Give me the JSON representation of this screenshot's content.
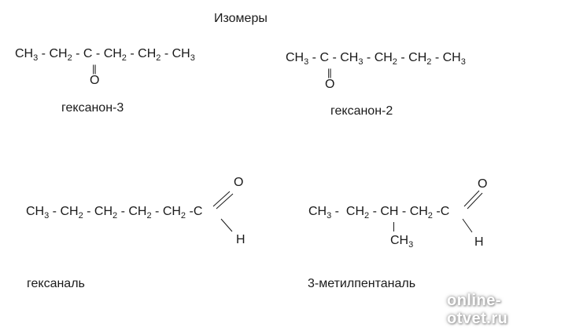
{
  "title": "Изомеры",
  "molecules": [
    {
      "name": "гексанон-3",
      "chain": [
        {
          "sym": "CH",
          "sub": "3"
        },
        {
          "sym": " - CH",
          "sub": "2"
        },
        {
          "sym": " - C",
          "sub": ""
        },
        {
          "sym": " - CH",
          "sub": "2"
        },
        {
          "sym": " - CH",
          "sub": "2"
        },
        {
          "sym": " - CH",
          "sub": "3"
        }
      ],
      "branch_atom": "O",
      "branch_bond": "double"
    },
    {
      "name": "гексанон-2",
      "chain": [
        {
          "sym": "CH",
          "sub": "3"
        },
        {
          "sym": " - C",
          "sub": ""
        },
        {
          "sym": " - CH",
          "sub": "3"
        },
        {
          "sym": " - CH",
          "sub": "2"
        },
        {
          "sym": " - CH",
          "sub": "2"
        },
        {
          "sym": " - CH",
          "sub": "3"
        }
      ],
      "branch_atom": "O",
      "branch_bond": "double"
    },
    {
      "name": "гексаналь",
      "chain": [
        {
          "sym": "CH",
          "sub": "3"
        },
        {
          "sym": " - CH",
          "sub": "2"
        },
        {
          "sym": " - CH",
          "sub": "2"
        },
        {
          "sym": " - CH",
          "sub": "2"
        },
        {
          "sym": " - CH",
          "sub": "2"
        },
        {
          "sym": " -C",
          "sub": ""
        }
      ],
      "aldehyde_o": "O",
      "aldehyde_h": "H"
    },
    {
      "name": "3-метилпентаналь",
      "chain": [
        {
          "sym": "CH",
          "sub": "3"
        },
        {
          "sym": " -  CH",
          "sub": "2"
        },
        {
          "sym": " - CH",
          "sub": ""
        },
        {
          "sym": " - CH",
          "sub": "2"
        },
        {
          "sym": " -C",
          "sub": ""
        }
      ],
      "branch": {
        "sym": "CH",
        "sub": "3"
      },
      "aldehyde_o": "O",
      "aldehyde_h": "H"
    }
  ],
  "double_bond_glyph": "||",
  "watermark": "online-otvet.ru"
}
